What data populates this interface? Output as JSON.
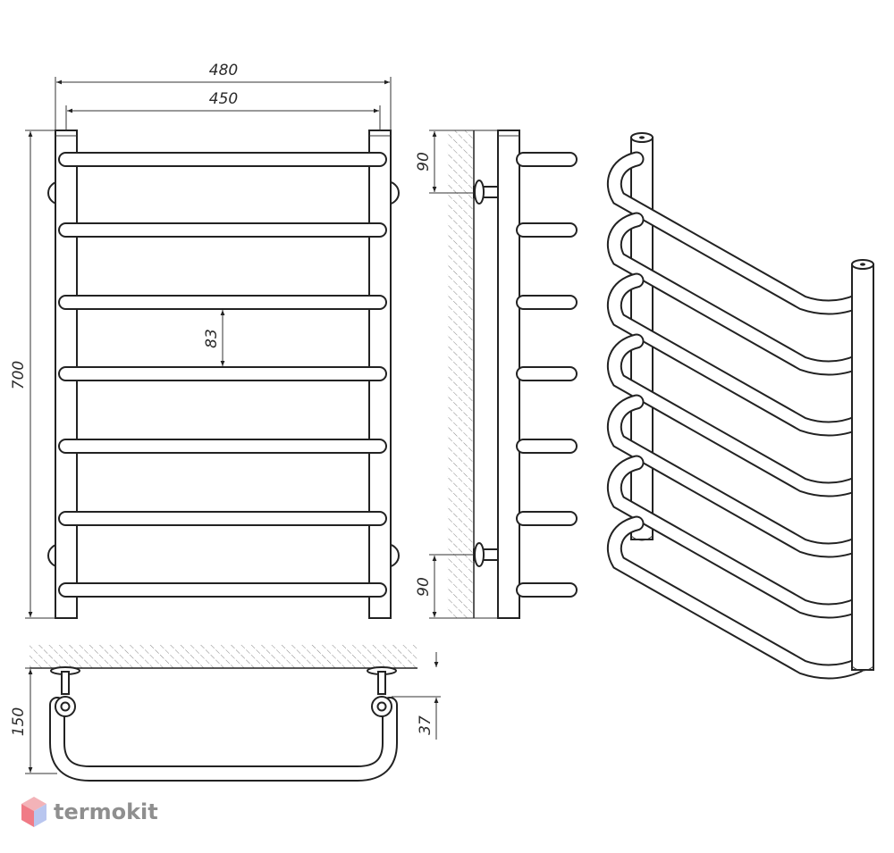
{
  "dimensions": {
    "overall_width": "480",
    "center_width": "450",
    "height": "700",
    "rail_spacing": "83",
    "top_bracket": "90",
    "bottom_bracket": "90",
    "depth": "150",
    "bracket_offset": "37"
  },
  "brand": {
    "name": "termokit",
    "accent_top": "#f3b3b8",
    "accent_left": "#f07b86",
    "accent_right": "#b9c6ef"
  }
}
